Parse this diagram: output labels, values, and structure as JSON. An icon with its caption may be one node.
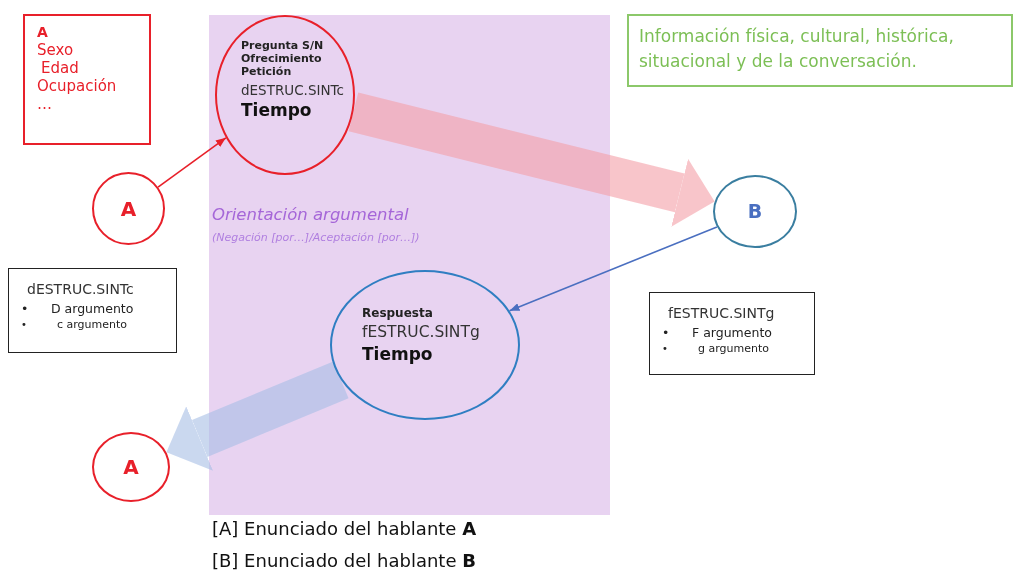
{
  "diagram": {
    "nodes": [
      {
        "text": [
          "Orientación argumental",
          "(Negación [por…]/Aceptación [por…])"
        ]
      },
      {
        "text": [
          "Pregunta S/N",
          "Ofrecimiento",
          "Petición",
          "dESTRUC.SINTc",
          "Tiempo"
        ],
        "in": 0
      },
      {
        "text": [
          "A",
          "Sexo",
          "Edad",
          "Ocupación",
          "…"
        ]
      },
      {
        "text": [
          "A"
        ]
      },
      {
        "text": [
          "B"
        ]
      },
      {
        "text": [
          "Respuesta",
          "fESTRUC.SINTg",
          "Tiempo"
        ],
        "in": 0
      },
      {
        "text": [
          "dESTRUC.SINTc",
          "•",
          "D argumento",
          "•",
          "c argumento"
        ]
      },
      {
        "text": [
          "fESTRUC.SINTg",
          "•",
          "F argumento",
          "•",
          "g argumento"
        ]
      },
      {
        "text": [
          "A"
        ]
      },
      {
        "text": [
          "Información física, cultural, histórica, situacional y de la conversación."
        ]
      }
    ],
    "edges": [
      {
        "from": 3,
        "to": 1,
        "arrow": "to",
        "color": "#e8202a"
      },
      {
        "from": 1,
        "to": 4,
        "arrow": "to",
        "style": "thick",
        "color": "#f4a0a8"
      },
      {
        "from": 4,
        "to": 5,
        "arrow": "to",
        "color": "#4a6fc0"
      },
      {
        "from": 5,
        "to": 8,
        "arrow": "to",
        "style": "thick",
        "color": "#a8bfe6"
      }
    ],
    "labels": [
      "[A] Enunciado del hablante **A**",
      "[B] Enunciado del hablante **B**"
    ]
  }
}
